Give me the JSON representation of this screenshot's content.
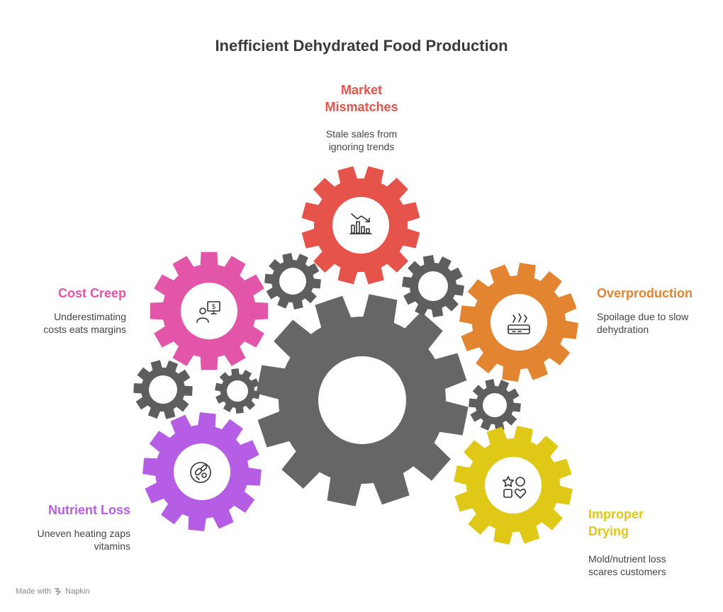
{
  "title": "Inefficient Dehydrated Food Production",
  "footer": {
    "made_with": "Made with",
    "brand": "Napkin"
  },
  "colors": {
    "central_gear": "#666666",
    "small_gears": "#5e5e5e",
    "market": "#e5534b",
    "cost": "#e255a8",
    "over": "#e38431",
    "nutrient": "#b65de6",
    "drying": "#dfc916"
  },
  "items": {
    "market": {
      "heading_line1": "Market",
      "heading_line2": "Mismatches",
      "desc_line1": "Stale sales from",
      "desc_line2": "ignoring trends",
      "icon": "trend-down-chart-icon"
    },
    "cost": {
      "heading_line1": "Cost Creep",
      "desc_line1": "Underestimating",
      "desc_line2": "costs eats margins",
      "icon": "person-dollar-screen-icon"
    },
    "over": {
      "heading_line1": "Overproduction",
      "desc_line1": "Spoilage due to slow",
      "desc_line2": "dehydration",
      "icon": "spoiled-tray-icon"
    },
    "nutrient": {
      "heading_line1": "Nutrient Loss",
      "desc_line1": "Uneven heating zaps",
      "desc_line2": "vitamins",
      "icon": "vitamins-plate-icon"
    },
    "drying": {
      "heading_line1": "Improper",
      "heading_line2": "Drying",
      "desc_line1": "Mold/nutrient loss",
      "desc_line2": "scares customers",
      "icon": "shapes-icon"
    }
  }
}
